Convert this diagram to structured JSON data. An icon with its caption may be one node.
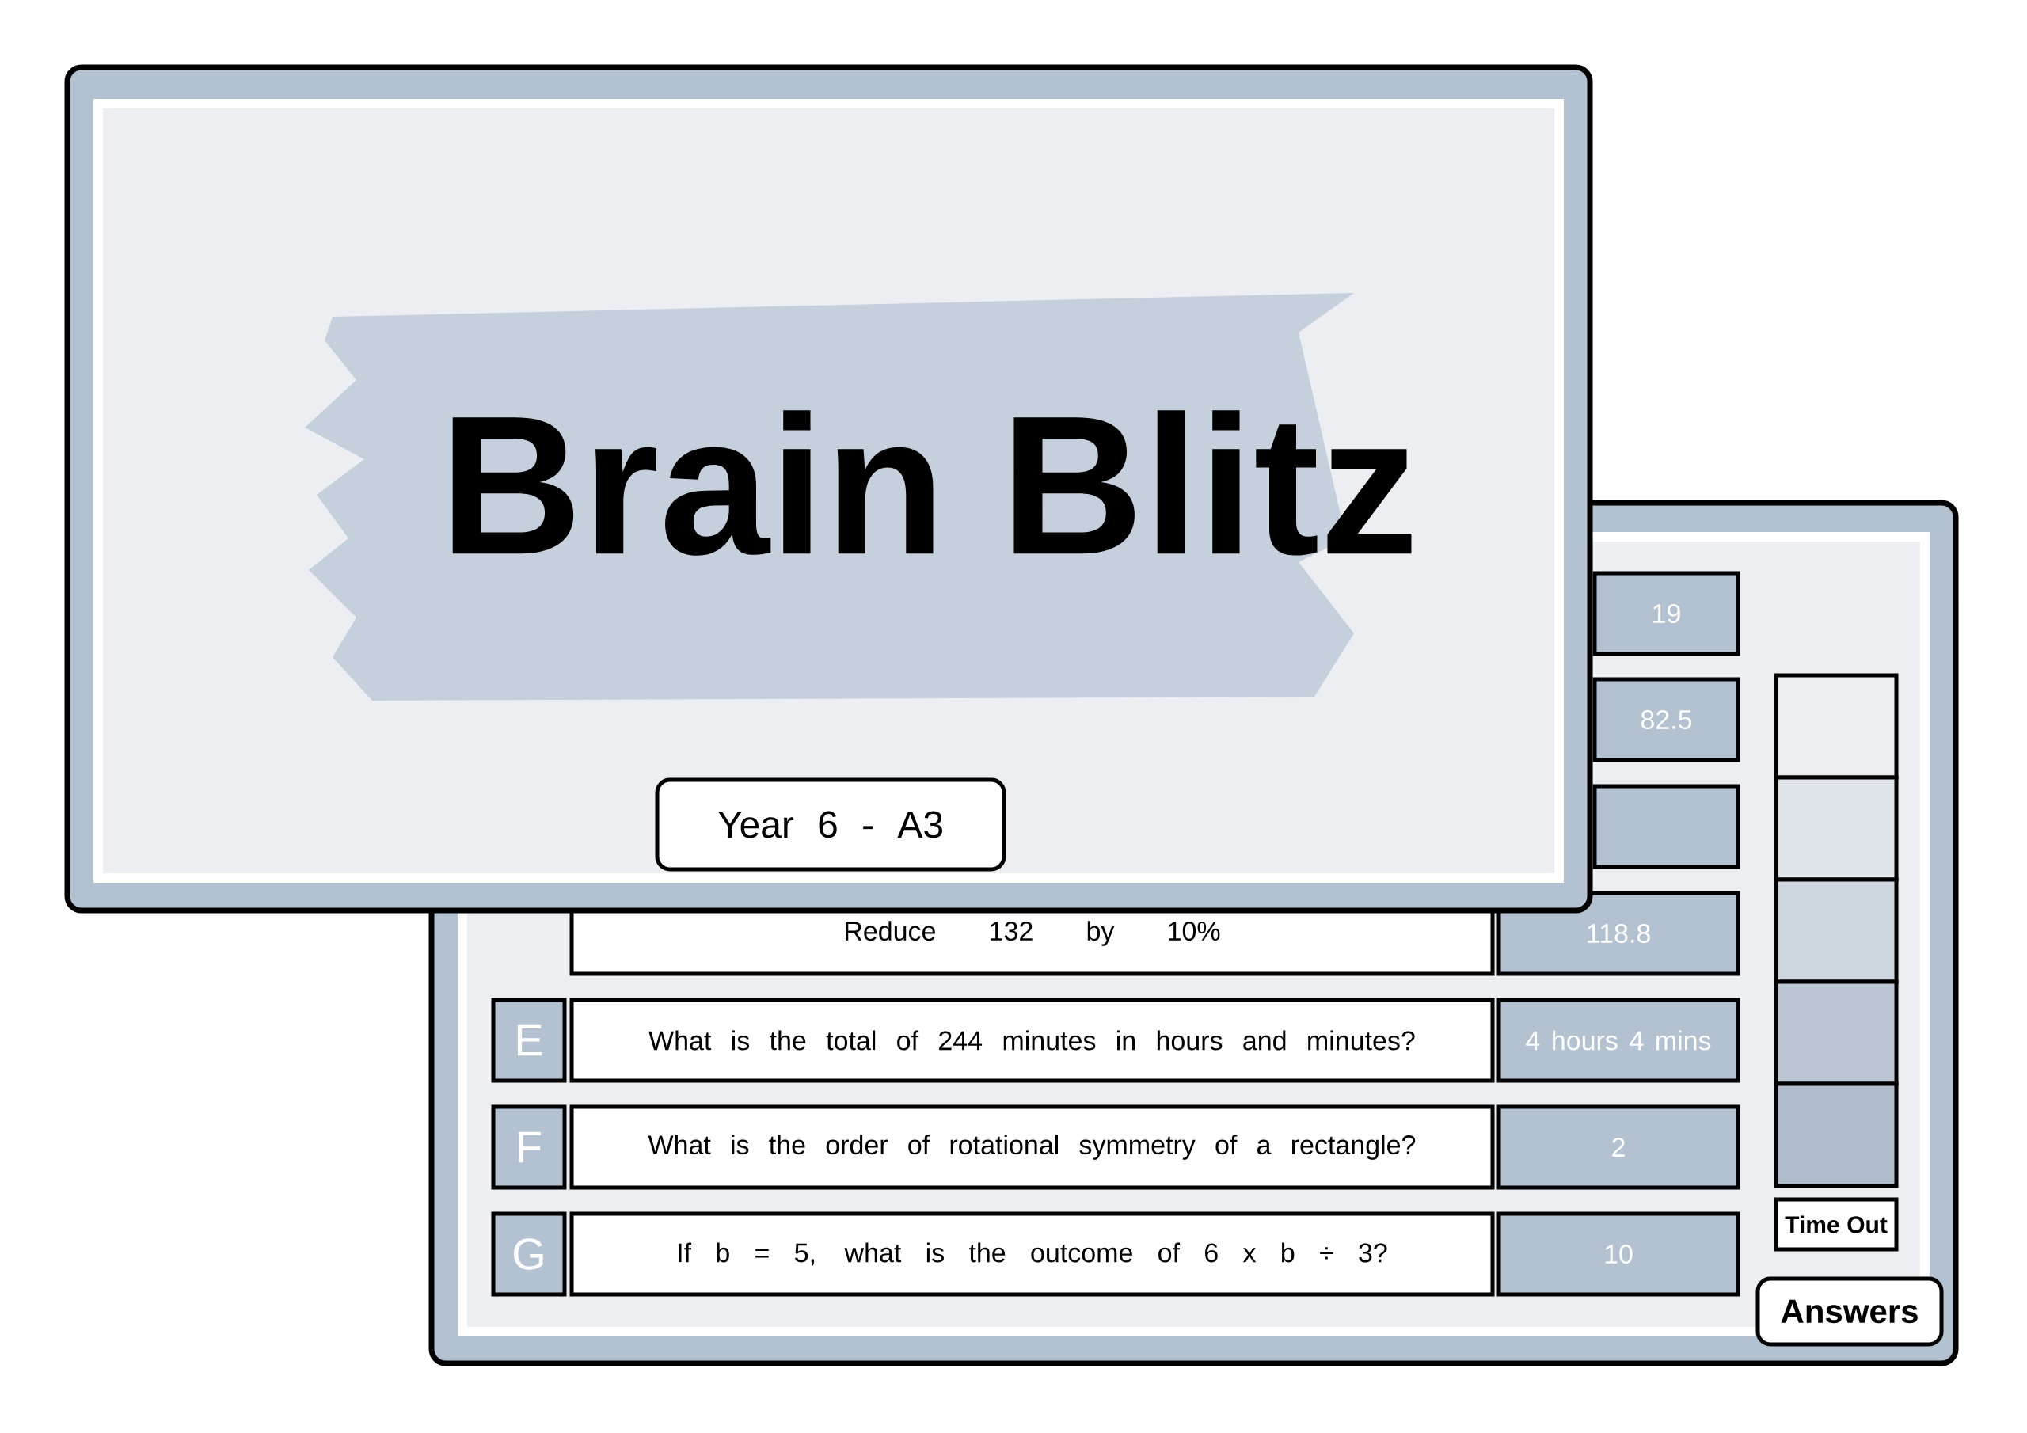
{
  "diagram": {
    "title": "Brain Blitz",
    "nodes": [
      {
        "text": [
          "Year 6 - A3"
        ]
      },
      {
        "text": [
          "19"
        ]
      },
      {
        "text": [
          "82.5"
        ]
      },
      {
        "text": [],
        "shape": "box"
      },
      {
        "text": [
          "Reduce 132 by 10%"
        ]
      },
      {
        "text": [
          "118.8"
        ]
      },
      {
        "text": [
          "E"
        ]
      },
      {
        "text": [
          "What is the total of 244 minutes in hours and minutes?"
        ]
      },
      {
        "text": [
          "4 hours 4 mins"
        ]
      },
      {
        "text": [
          "F"
        ]
      },
      {
        "text": [
          "What is the order of rotational symmetry of a rectangle?"
        ]
      },
      {
        "text": [
          "2"
        ]
      },
      {
        "text": [
          "G"
        ]
      },
      {
        "text": [
          "If b = 5, what is the outcome of 6 x b ÷ 3?"
        ]
      },
      {
        "text": [
          "10"
        ]
      },
      {
        "text": [],
        "shape": "box"
      },
      {
        "text": [],
        "shape": "box"
      },
      {
        "text": [],
        "shape": "box"
      },
      {
        "text": [],
        "shape": "box"
      },
      {
        "text": [],
        "shape": "box"
      },
      {
        "text": [
          "Time Out"
        ]
      },
      {
        "text": [
          "Answers"
        ]
      }
    ]
  }
}
